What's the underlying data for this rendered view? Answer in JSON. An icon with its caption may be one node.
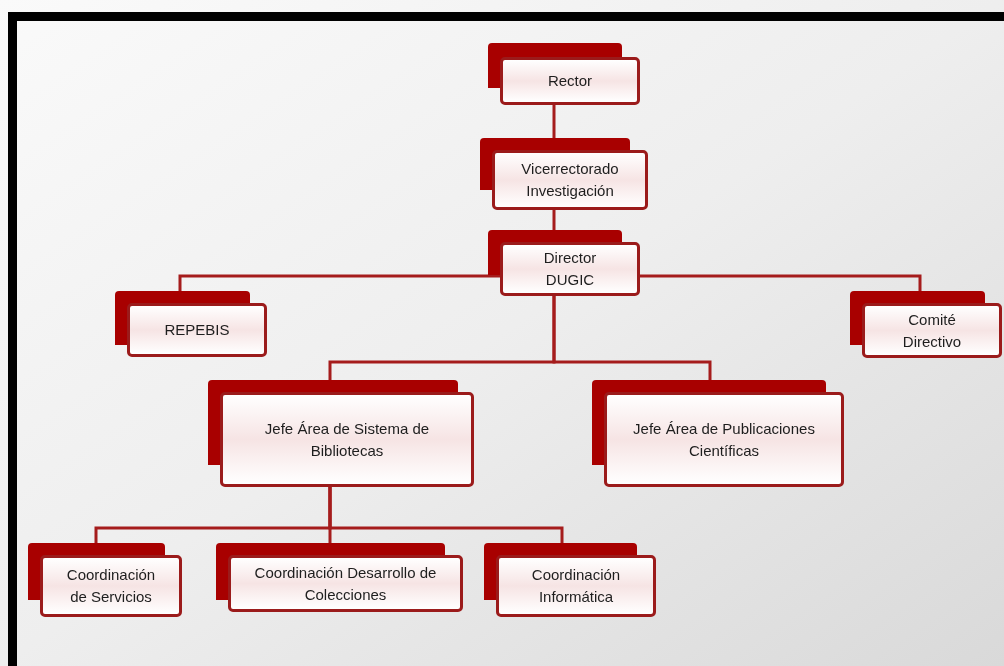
{
  "diagram": {
    "nodes": [
      {
        "text": [
          "Rector"
        ]
      },
      {
        "text": [
          "Vicerrectorado Investigación"
        ]
      },
      {
        "text": [
          "Director DUGIC"
        ]
      },
      {
        "text": [
          "REPEBIS"
        ]
      },
      {
        "text": [
          "Comité Directivo"
        ]
      },
      {
        "text": [
          "Jefe Área de Sistema de Bibliotecas"
        ]
      },
      {
        "text": [
          "Jefe Área de Publicaciones Científicas"
        ]
      },
      {
        "text": [
          "Coordinación de Servicios"
        ]
      },
      {
        "text": [
          "Coordinación Desarrollo de Colecciones"
        ]
      },
      {
        "text": [
          "Coordinación Informática"
        ]
      }
    ],
    "edges": [
      {
        "from": 0,
        "to": 1,
        "arrow": "none"
      },
      {
        "from": 1,
        "to": 2,
        "arrow": "none"
      },
      {
        "from": 2,
        "to": 3,
        "arrow": "none"
      },
      {
        "from": 2,
        "to": 4,
        "arrow": "none"
      },
      {
        "from": 2,
        "to": 5,
        "arrow": "none"
      },
      {
        "from": 2,
        "to": 6,
        "arrow": "none"
      },
      {
        "from": 5,
        "to": 7,
        "arrow": "none"
      },
      {
        "from": 5,
        "to": 8,
        "arrow": "none"
      },
      {
        "from": 5,
        "to": 9,
        "arrow": "none"
      }
    ]
  }
}
